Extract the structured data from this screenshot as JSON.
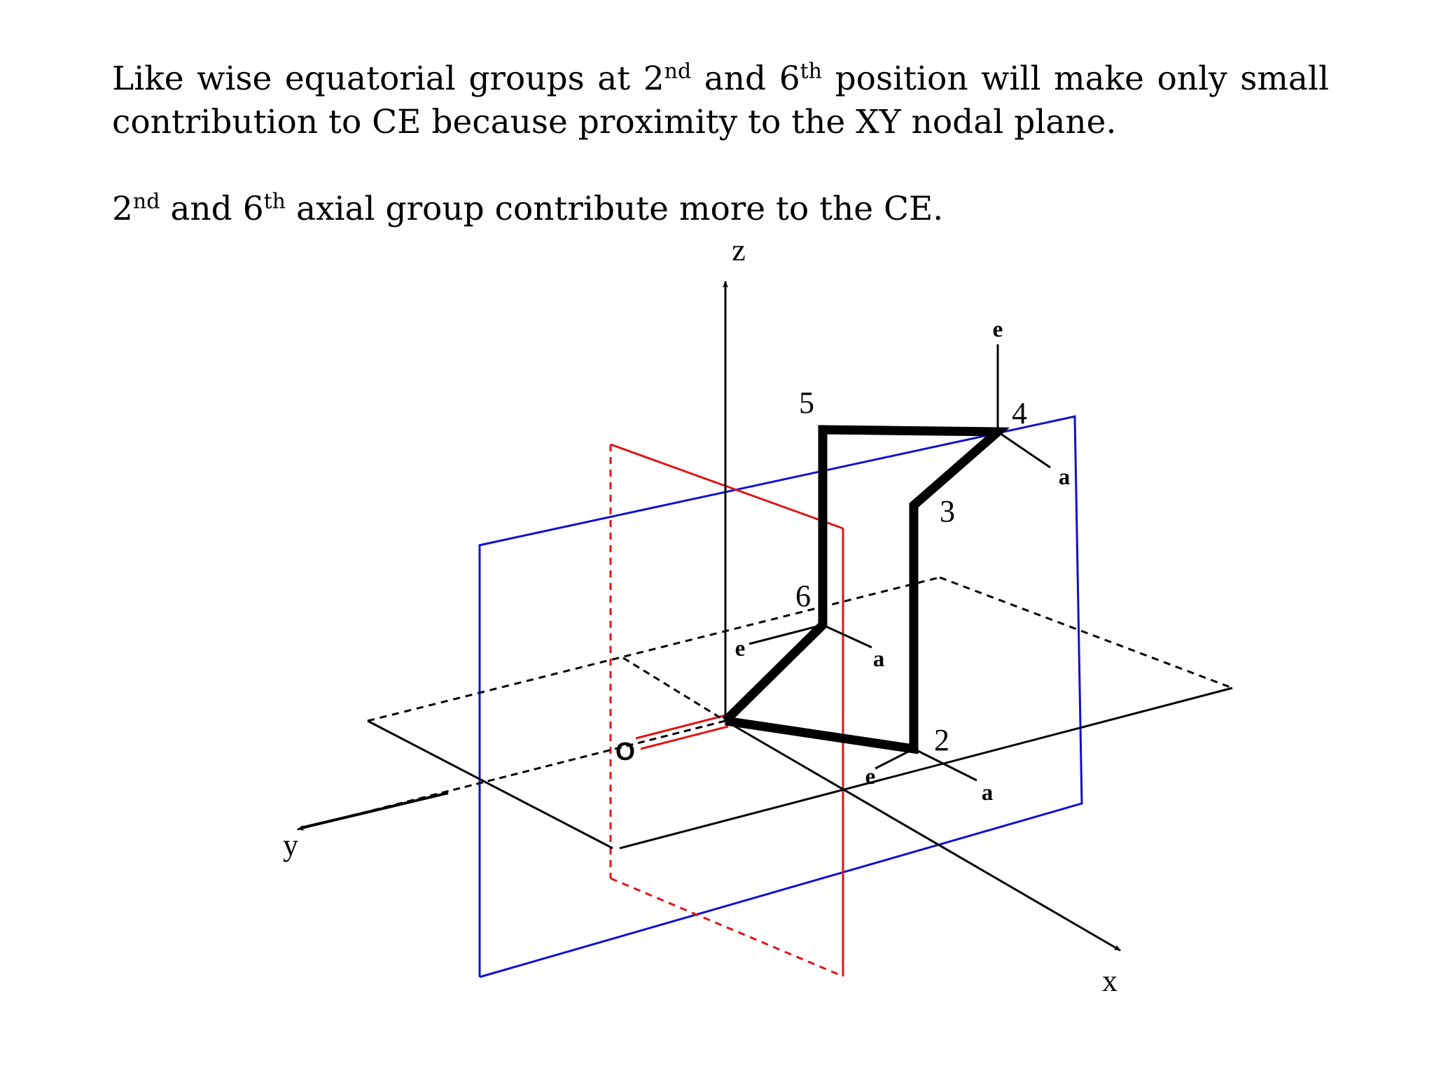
{
  "text": {
    "p1_a": "Like wise equatorial groups at 2",
    "p1_sup1": "nd",
    "p1_b": " and 6",
    "p1_sup2": "th",
    "p1_c": " position will make only small contribution to CE because proximity to the XY nodal plane.",
    "p2_a": "2",
    "p2_sup1": "nd",
    "p2_b": " and 6",
    "p2_sup2": "th",
    "p2_c": " axial group contribute more to the CE."
  },
  "diagram": {
    "axes": {
      "x": "x",
      "y": "y",
      "z": "z"
    },
    "origin": "O",
    "ring_numbers": [
      "2",
      "3",
      "4",
      "5",
      "6"
    ],
    "substituent_labels": {
      "equatorial": "e",
      "axial": "a"
    },
    "colors": {
      "blue_plane": "#1010d0",
      "red_plane": "#e01414",
      "ring": "#000000",
      "axes": "#000000"
    }
  }
}
